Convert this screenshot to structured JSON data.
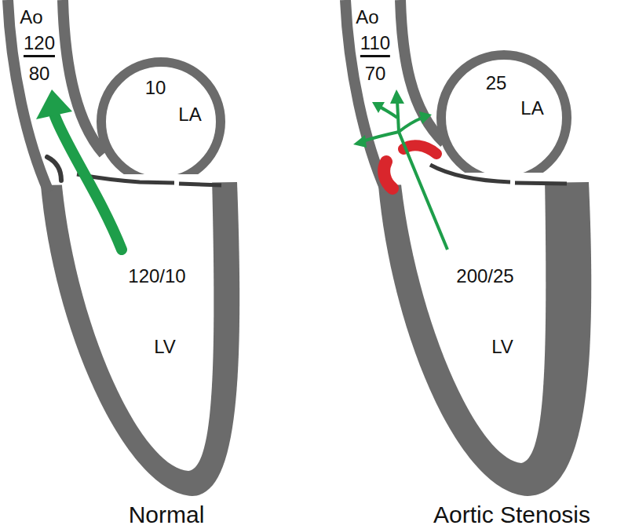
{
  "diagram": {
    "labels": [
      "Ao",
      "120",
      "80",
      "10",
      "LA",
      "120/10",
      "LV",
      "Normal",
      "Ao",
      "110",
      "70",
      "25",
      "LA",
      "200/25",
      "LV",
      "Aortic Stenosis"
    ]
  }
}
